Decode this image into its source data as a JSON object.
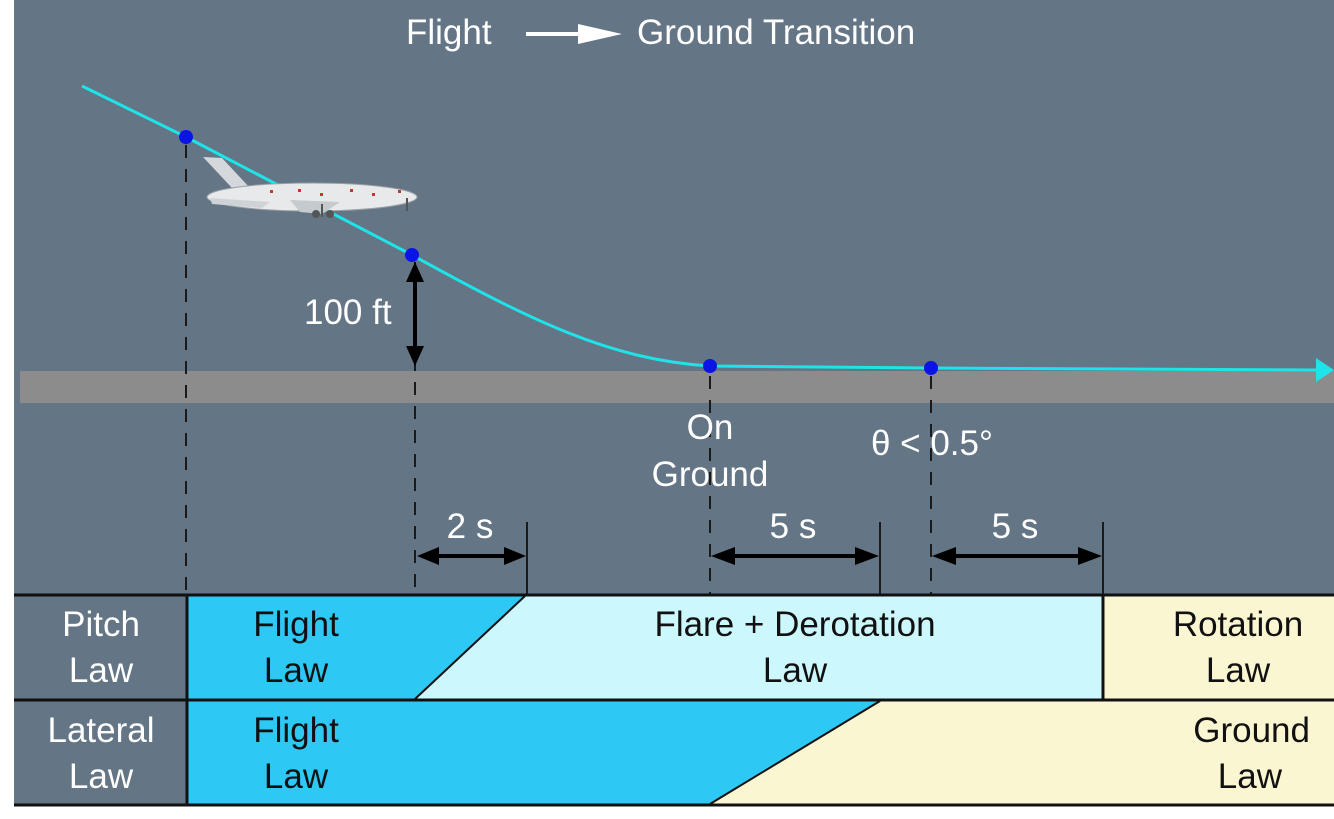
{
  "title": {
    "left": "Flight",
    "right": "Ground Transition"
  },
  "altitude_label": "100 ft",
  "markers": {
    "on_ground_line1": "On",
    "on_ground_line2": "Ground",
    "theta": "θ < 0.5°"
  },
  "timers": {
    "t1": "2 s",
    "t2": "5 s",
    "t3": "5 s"
  },
  "rows": {
    "pitch": {
      "line1": "Pitch",
      "line2": "Law"
    },
    "lateral": {
      "line1": "Lateral",
      "line2": "Law"
    }
  },
  "laws": {
    "pitch_flight": {
      "line1": "Flight",
      "line2": "Law"
    },
    "flare": {
      "line1": "Flare + Derotation",
      "line2": "Law"
    },
    "rotation": {
      "line1": "Rotation",
      "line2": "Law"
    },
    "lateral_flight": {
      "line1": "Flight",
      "line2": "Law"
    },
    "ground": {
      "line1": "Ground",
      "line2": "Law"
    }
  },
  "colors": {
    "background": "#647585",
    "flight_path": "#1ee3e8",
    "marker": "#0a14e6",
    "runway": "#8c8c8c",
    "flight_law": "#2ec8f5",
    "flare_law": "#ccf7fc",
    "rotation_law": "#fbf6d2",
    "ground_law": "#fbf6d2"
  },
  "icons": {
    "aircraft": "airliner-icon",
    "arrow": "right-arrow-icon"
  }
}
